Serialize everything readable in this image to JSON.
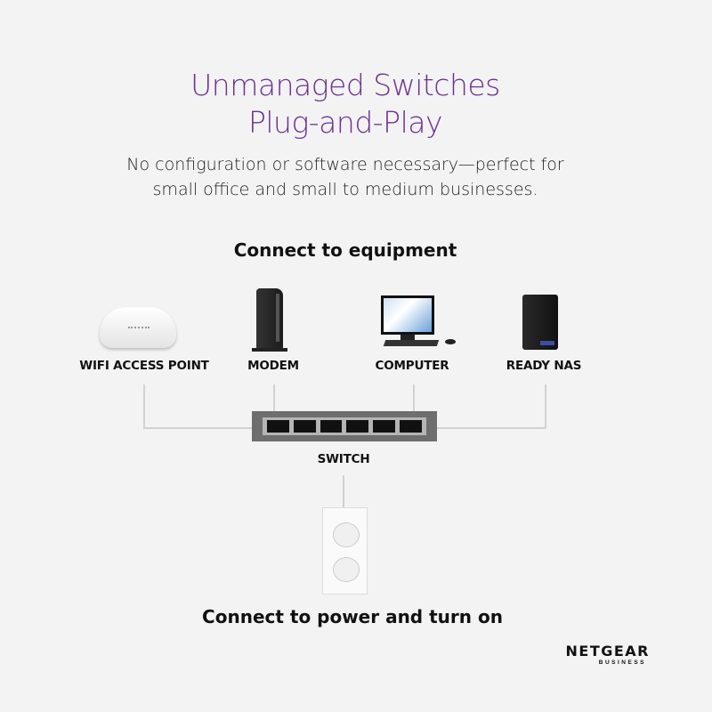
{
  "title": {
    "line1": "Unmanaged Switches",
    "line2": "Plug-and-Play"
  },
  "subtitle": {
    "line1": "No configuration or software necessary—perfect for",
    "line2": "small office and small to medium businesses."
  },
  "equipment_heading": "Connect to equipment",
  "devices": [
    {
      "label": "WIFI ACCESS POINT",
      "icon": "access-point-icon"
    },
    {
      "label": "MODEM",
      "icon": "modem-icon"
    },
    {
      "label": "COMPUTER",
      "icon": "computer-icon"
    },
    {
      "label": "READY NAS",
      "icon": "nas-icon"
    }
  ],
  "switch_label": "SWITCH",
  "power_heading": "Connect to power and turn on",
  "logo": {
    "brand": "NETGEAR",
    "tagline": "BUSINESS"
  },
  "colors": {
    "title": "#6e3192"
  }
}
